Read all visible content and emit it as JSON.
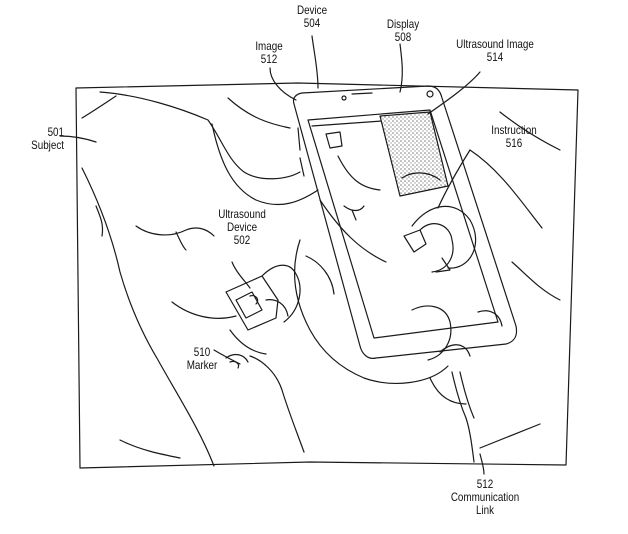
{
  "labels": {
    "processing_device": {
      "line1": "Device",
      "line2": "504"
    },
    "display": {
      "line1": "Display",
      "line2": "508"
    },
    "image": {
      "line1": "Image",
      "line2": "512"
    },
    "ultrasound_image": {
      "line1": "Ultrasound Image",
      "line2": "514"
    },
    "subject": {
      "line1": "501",
      "line2": "Subject"
    },
    "instruction": {
      "line1": "Instruction",
      "line2": "516"
    },
    "ultrasound_device": {
      "line1": "Ultrasound",
      "line2": "Device",
      "line3": "502"
    },
    "marker": {
      "line1": "510",
      "line2": "Marker"
    },
    "communication_link": {
      "line1": "512",
      "line2": "Communication",
      "line3": "Link"
    }
  },
  "colors": {
    "line": "#1a1a1a",
    "background": "#ffffff",
    "stipple": "#8a8a8a"
  }
}
